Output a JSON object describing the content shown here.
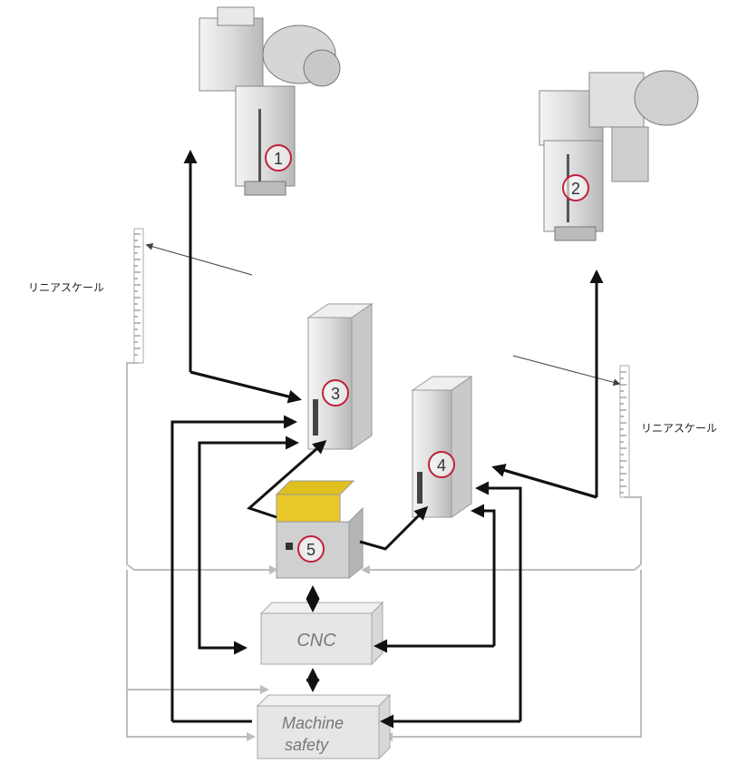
{
  "markers": [
    "1",
    "2",
    "3",
    "4",
    "5"
  ],
  "scale_label_left": "リニアスケール",
  "scale_label_right": "リニアスケール",
  "box_cnc": "CNC",
  "box_safety_line1": "Machine",
  "box_safety_line2": "safety",
  "colors": {
    "thick_line": "#111111",
    "thin_line": "#bdbdbd",
    "marker_ring": "#c0213a",
    "box_fill": "#e6e6e6",
    "box_stroke": "#a8a8a8"
  }
}
